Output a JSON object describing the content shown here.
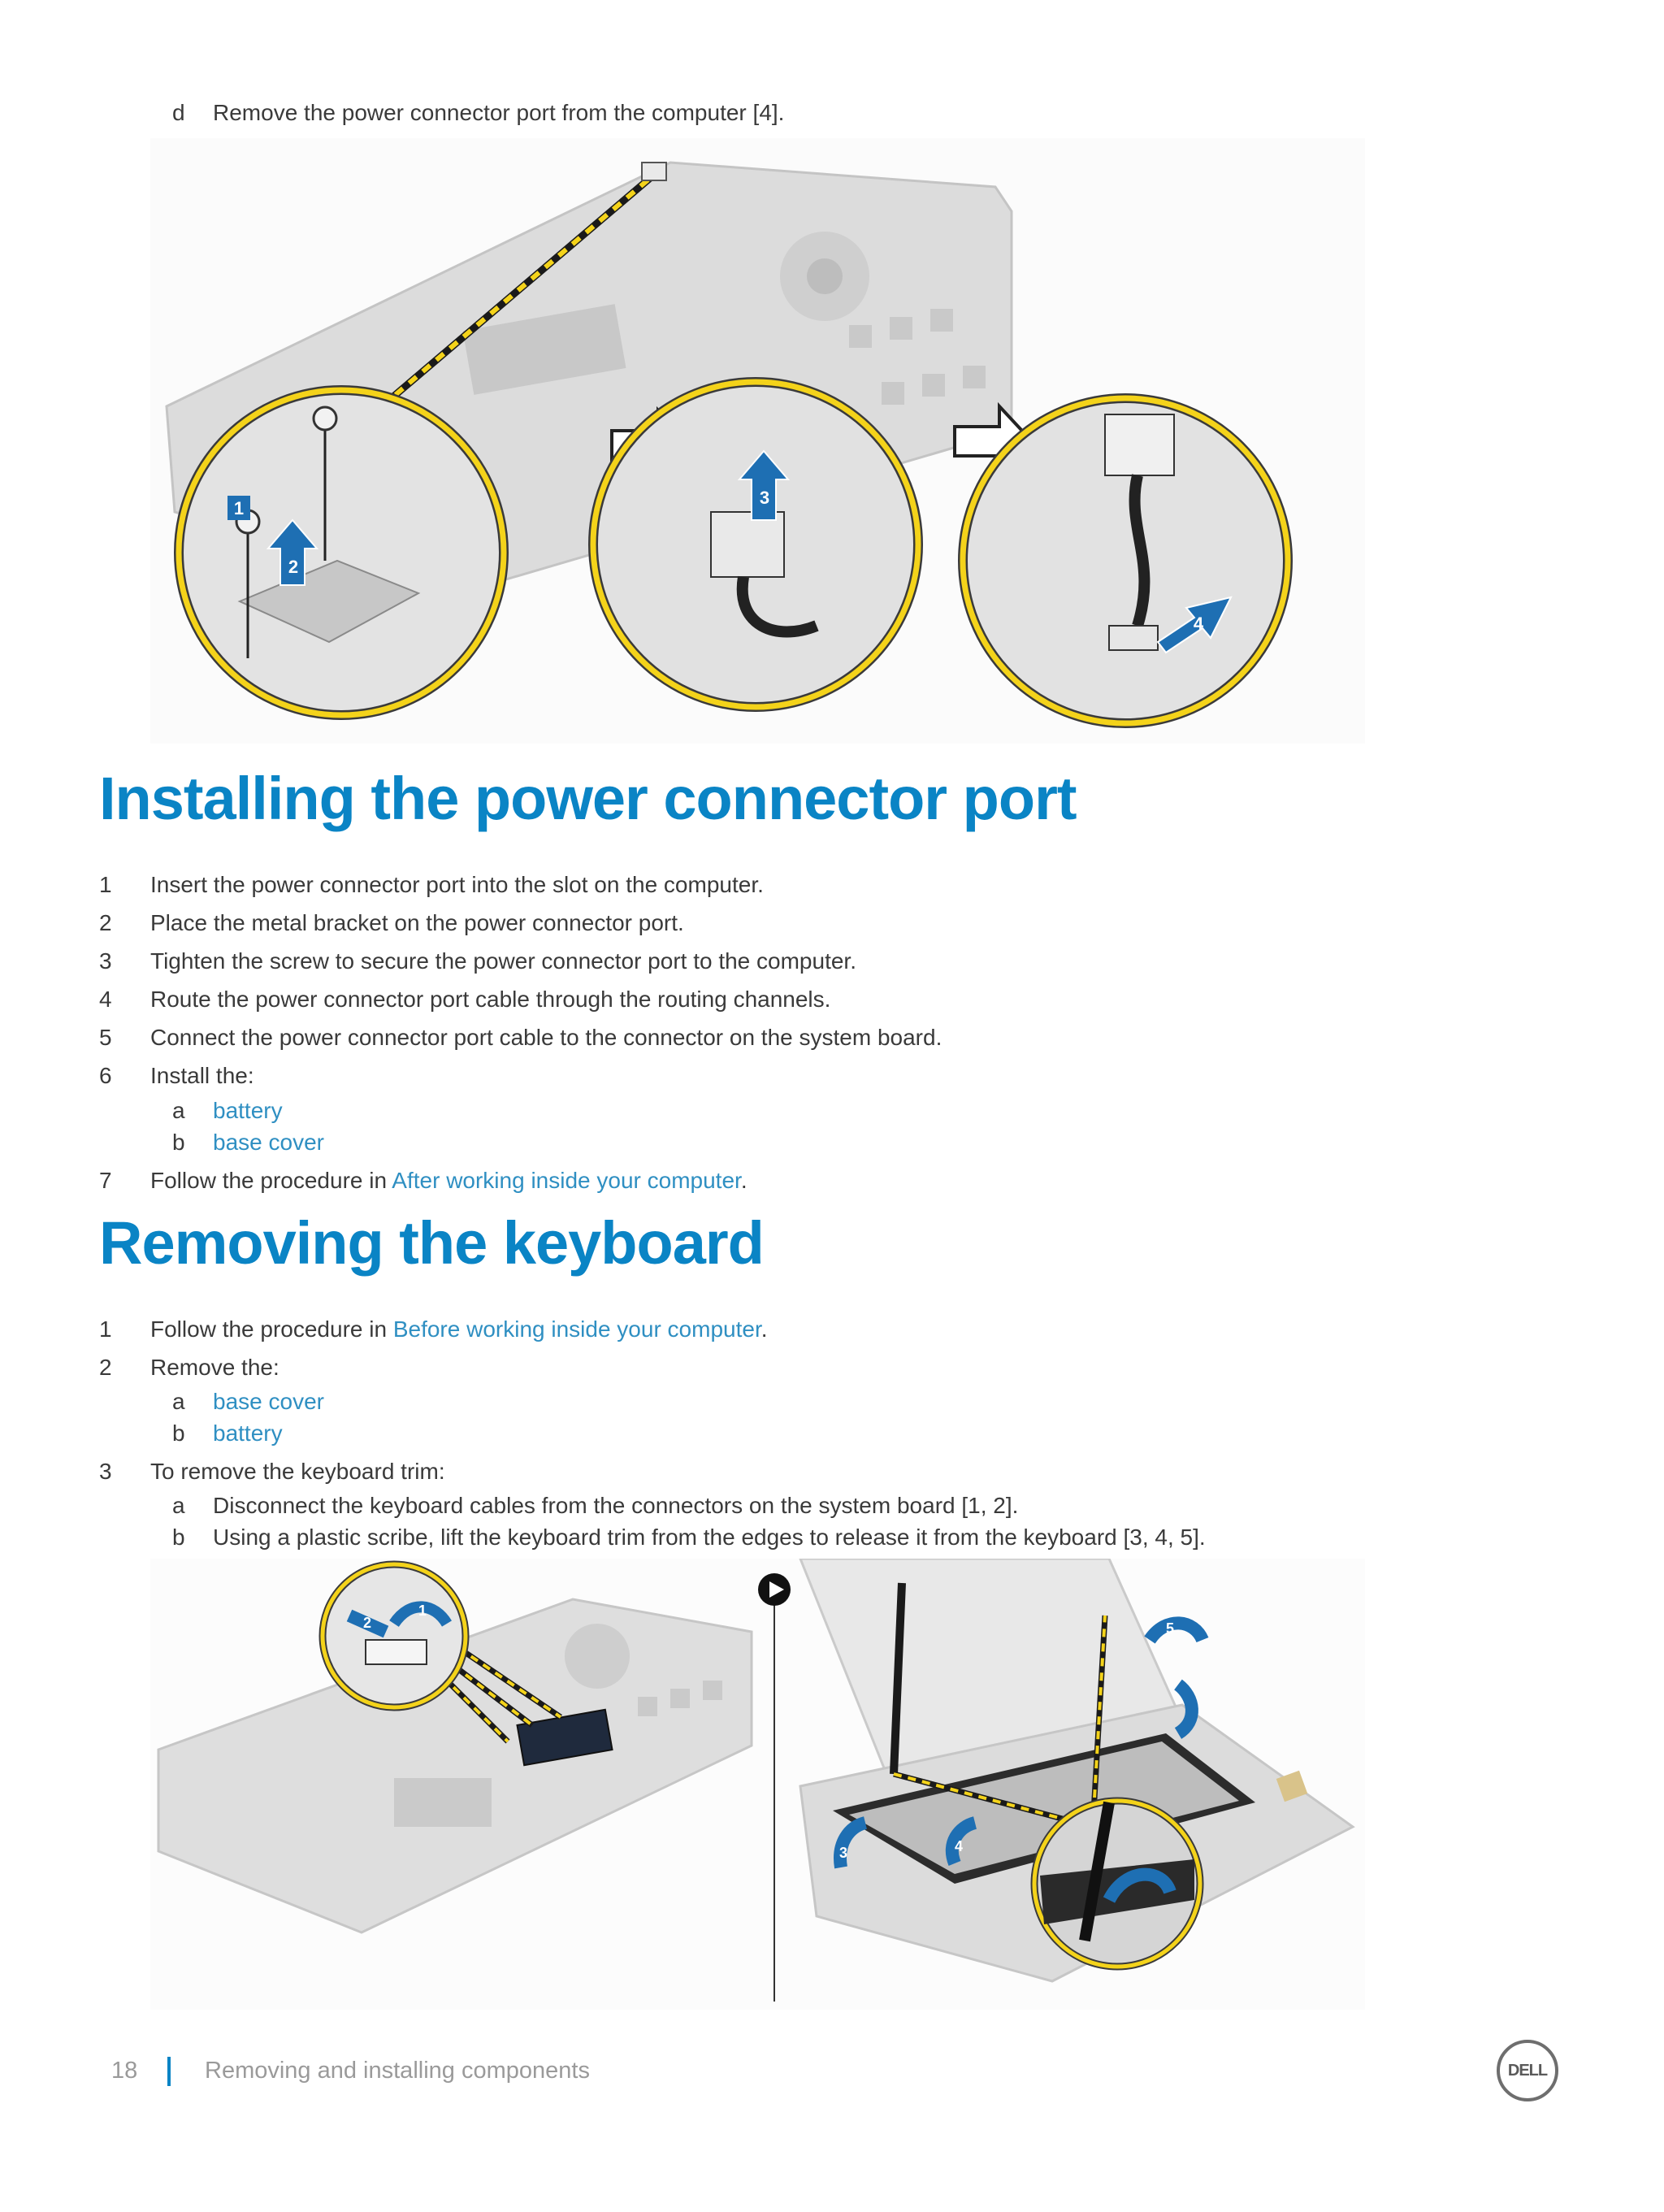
{
  "top_step": {
    "letter": "d",
    "text": "Remove the power connector port from the computer [4]."
  },
  "figure1": {
    "callouts": [
      "1",
      "2",
      "3",
      "4"
    ],
    "colors": {
      "ring": "#f4d31a",
      "ring_border": "#3a3a3a",
      "arrow": "#1e6fb3",
      "chassis": "#cfcfcf"
    }
  },
  "section1": {
    "title": "Installing the power connector port",
    "steps": [
      {
        "n": "1",
        "text": "Insert the power connector port into the slot on the computer."
      },
      {
        "n": "2",
        "text": "Place the metal bracket on the power connector port."
      },
      {
        "n": "3",
        "text": "Tighten the screw to secure the power connector port to the computer."
      },
      {
        "n": "4",
        "text": "Route the power connector port cable through the routing channels."
      },
      {
        "n": "5",
        "text": "Connect the power connector port cable to the connector on the system board."
      },
      {
        "n": "6",
        "text": "Install the:"
      }
    ],
    "substeps": [
      {
        "l": "a",
        "text": "battery"
      },
      {
        "l": "b",
        "text": "base cover"
      }
    ],
    "step7": {
      "n": "7",
      "pre": "Follow the procedure in ",
      "link": "After working inside your computer",
      "post": "."
    }
  },
  "section2": {
    "title": "Removing the keyboard",
    "step1": {
      "n": "1",
      "pre": "Follow the procedure in ",
      "link": "Before working inside your computer",
      "post": "."
    },
    "step2": {
      "n": "2",
      "text": "Remove the:"
    },
    "substeps2": [
      {
        "l": "a",
        "text": "base cover"
      },
      {
        "l": "b",
        "text": "battery"
      }
    ],
    "step3": {
      "n": "3",
      "text": "To remove the keyboard trim:"
    },
    "substeps3": [
      {
        "l": "a",
        "text": "Disconnect the keyboard cables from the connectors on the system board [1, 2]."
      },
      {
        "l": "b",
        "text": "Using a plastic scribe, lift the keyboard trim from the edges to release it from the keyboard [3, 4, 5]."
      }
    ]
  },
  "figure2": {
    "callouts": [
      "1",
      "2",
      "3",
      "4",
      "5"
    ]
  },
  "footer": {
    "page": "18",
    "section": "Removing and installing components",
    "logo": "DELL"
  },
  "colors": {
    "heading": "#0a84c5",
    "link": "#2f8fc2",
    "text": "#3a3a3a"
  }
}
